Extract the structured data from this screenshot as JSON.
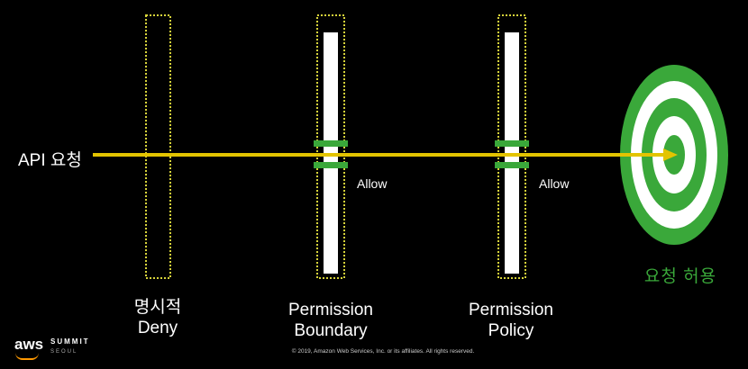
{
  "request_label": "API 요청",
  "layers": [
    {
      "title": "명시적",
      "subtitle": "Deny",
      "allow_label": ""
    },
    {
      "title": "Permission",
      "subtitle": "Boundary",
      "allow_label": "Allow"
    },
    {
      "title": "Permission",
      "subtitle": "Policy",
      "allow_label": "Allow"
    }
  ],
  "result_label": "요청 허용",
  "footer": {
    "brand": "aws",
    "event": "SUMMIT",
    "city": "SEOUL",
    "copyright": "© 2019, Amazon Web Services, Inc. or its affiliates. All rights reserved."
  },
  "colors": {
    "background": "#000000",
    "dotted_frame": "#d7d33a",
    "arrow": "#e3c400",
    "allow_bar": "#3aa83a",
    "target_green": "#3aa83a",
    "panel": "#ffffff"
  }
}
